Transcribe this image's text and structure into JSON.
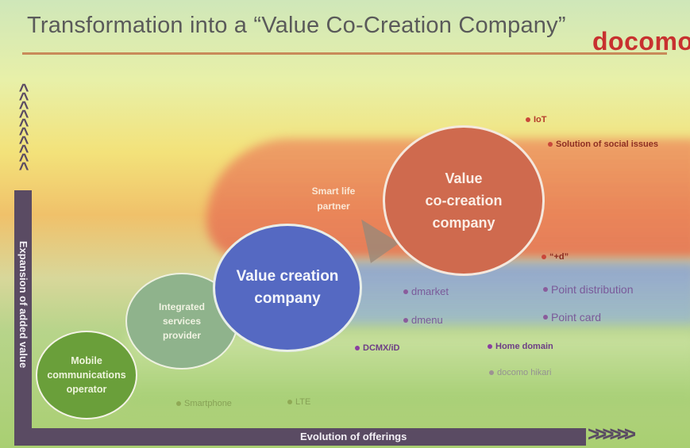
{
  "slide": {
    "title": "Transformation into a “Value Co-Creation Company”",
    "logo": "docomo",
    "y_axis_label": "Expansion of added value",
    "x_axis_label": "Evolution of offerings"
  },
  "stages": [
    {
      "label": "Mobile\ncommunications\noperator"
    },
    {
      "label": "Integrated\nservices\nprovider"
    },
    {
      "label": "Value creation\ncompany"
    },
    {
      "label": "Value\nco-creation\ncompany"
    }
  ],
  "smart_life": "Smart life\npartner",
  "offerings": {
    "top": [
      {
        "text": "IoT"
      },
      {
        "text": "Solution of social issues"
      },
      {
        "text": "“+d”"
      }
    ],
    "blue": [
      {
        "text": "dmarket"
      },
      {
        "text": "dmenu"
      },
      {
        "text": "Point distribution"
      },
      {
        "text": "Point card"
      }
    ],
    "lower": [
      {
        "text": "DCMX/iD"
      },
      {
        "text": "Home domain"
      }
    ],
    "blurred": [
      "docomo hikari",
      "Smartphone",
      "LTE"
    ]
  },
  "colors": {
    "mobile_circle": "#6a9f3a",
    "integrated_circle": "#8fb38c",
    "value_creation_circle": "#5569c2",
    "value_cocreation_circle": "#cf6a4e",
    "logo": "#c8312f",
    "axis": "#5a4b63",
    "bullet_red": "#c9473a",
    "bullet_purple": "#8a5c9c"
  }
}
